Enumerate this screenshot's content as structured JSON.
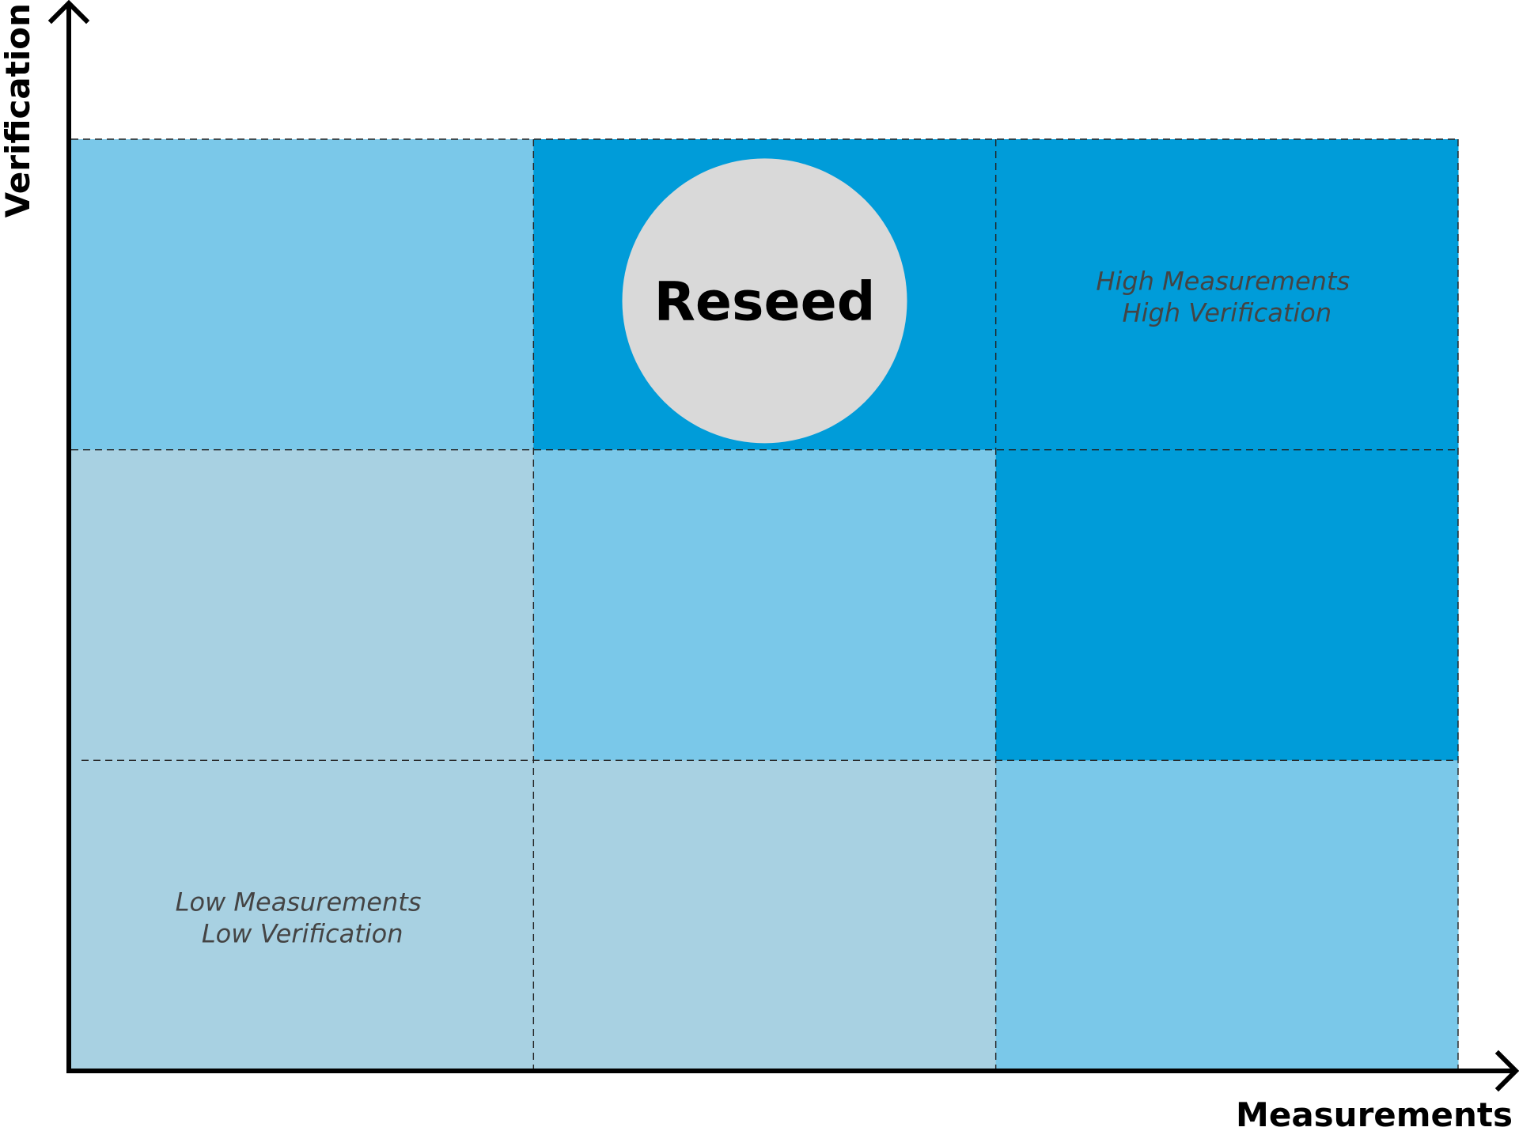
{
  "diagram": {
    "axes": {
      "x_label": "Measurements",
      "y_label": "Verification"
    },
    "grid": {
      "rows": 3,
      "columns": 3,
      "cells": [
        {
          "row": 0,
          "col": 0,
          "shade": "medium"
        },
        {
          "row": 0,
          "col": 1,
          "shade": "dark"
        },
        {
          "row": 0,
          "col": 2,
          "shade": "dark"
        },
        {
          "row": 1,
          "col": 0,
          "shade": "light"
        },
        {
          "row": 1,
          "col": 1,
          "shade": "medium"
        },
        {
          "row": 1,
          "col": 2,
          "shade": "dark"
        },
        {
          "row": 2,
          "col": 0,
          "shade": "light"
        },
        {
          "row": 2,
          "col": 1,
          "shade": "light"
        },
        {
          "row": 2,
          "col": 2,
          "shade": "medium"
        }
      ]
    },
    "annotations": {
      "high": {
        "row": 0,
        "col": 2,
        "lines": [
          "High Measurements",
          "High Verification"
        ]
      },
      "low": {
        "row": 2,
        "col": 0,
        "lines": [
          "Low Measurements",
          "Low Verification"
        ]
      }
    },
    "bubble": {
      "label": "Reseed",
      "row": 0,
      "col": 1,
      "color": "#d9d9d9"
    },
    "colors": {
      "light": "#a8d1e2",
      "medium": "#7ac8e9",
      "dark": "#009cd9",
      "axis": "#000000",
      "grid_line": "#222222"
    }
  }
}
